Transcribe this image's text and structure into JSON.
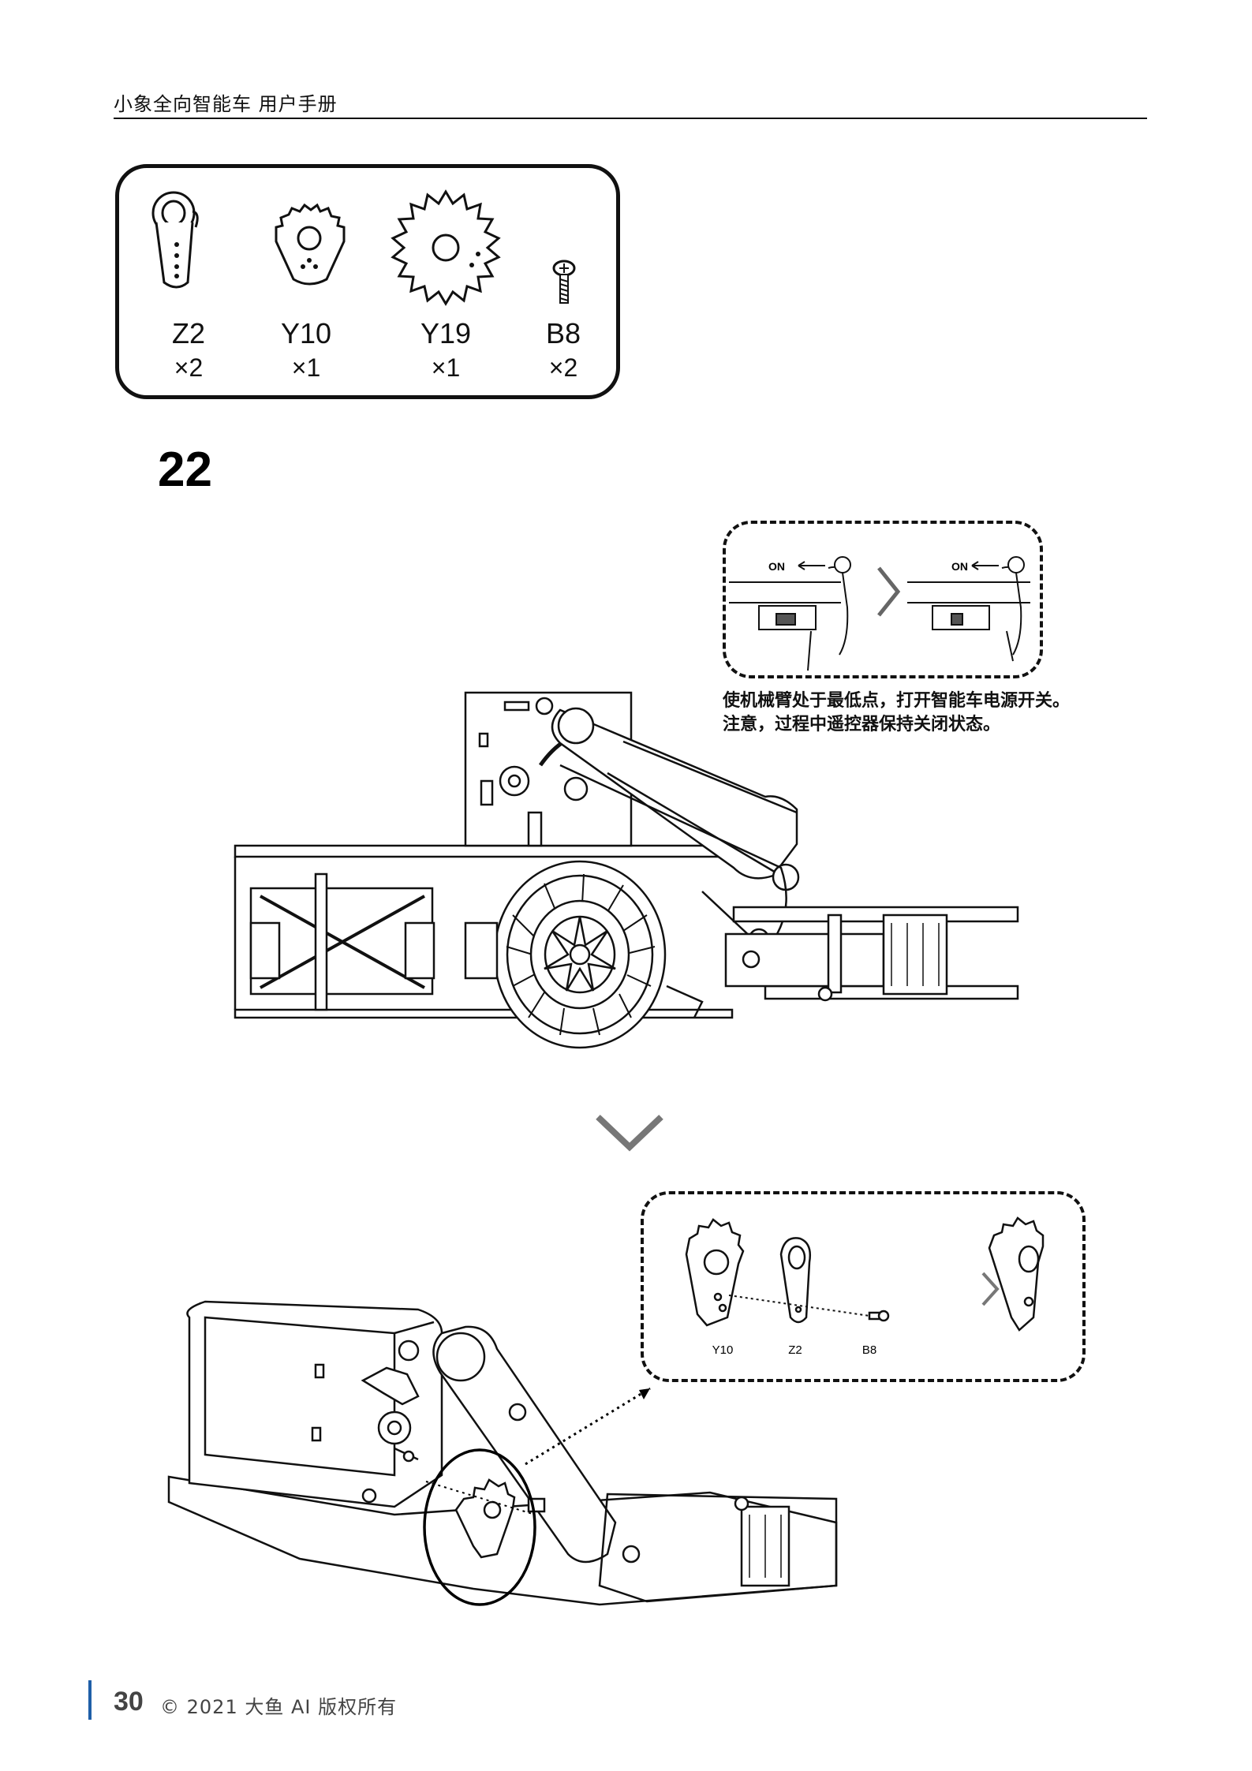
{
  "header": {
    "title": "小象全向智能车   用户手册"
  },
  "parts": [
    {
      "code": "Z2",
      "qty": "×2"
    },
    {
      "code": "Y10",
      "qty": "×1"
    },
    {
      "code": "Y19",
      "qty": "×1"
    },
    {
      "code": "B8",
      "qty": "×2"
    }
  ],
  "step": {
    "number": "22"
  },
  "switch_detail": {
    "on_label_1": "ON",
    "on_label_2": "ON"
  },
  "instruction": {
    "line1": "使机械臂处于最低点，打开智能车电源开关。",
    "line2": "注意，过程中遥控器保持关闭状态。"
  },
  "assembly_detail": {
    "labels": [
      "Y10",
      "Z2",
      "B8"
    ]
  },
  "footer": {
    "page": "30",
    "copyright": "© 2021 大鱼 AI  版权所有"
  }
}
